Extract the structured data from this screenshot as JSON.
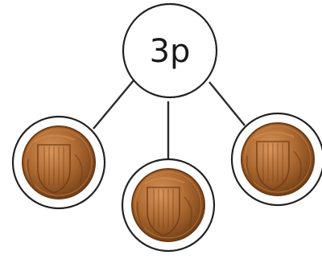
{
  "root": {
    "label": "3p"
  },
  "coins": [
    {
      "name": "penny-coin-left",
      "coin_color": "#a0602c",
      "coin_dark": "#6b3a14",
      "coin_light": "#d08a4e"
    },
    {
      "name": "penny-coin-middle",
      "coin_color": "#a0602c",
      "coin_dark": "#6b3a14",
      "coin_light": "#d08a4e"
    },
    {
      "name": "penny-coin-right",
      "coin_color": "#a0602c",
      "coin_dark": "#6b3a14",
      "coin_light": "#d08a4e"
    }
  ],
  "colors": {
    "line": "#2b2b2b",
    "ring": "#222222",
    "background": "#ffffff"
  }
}
